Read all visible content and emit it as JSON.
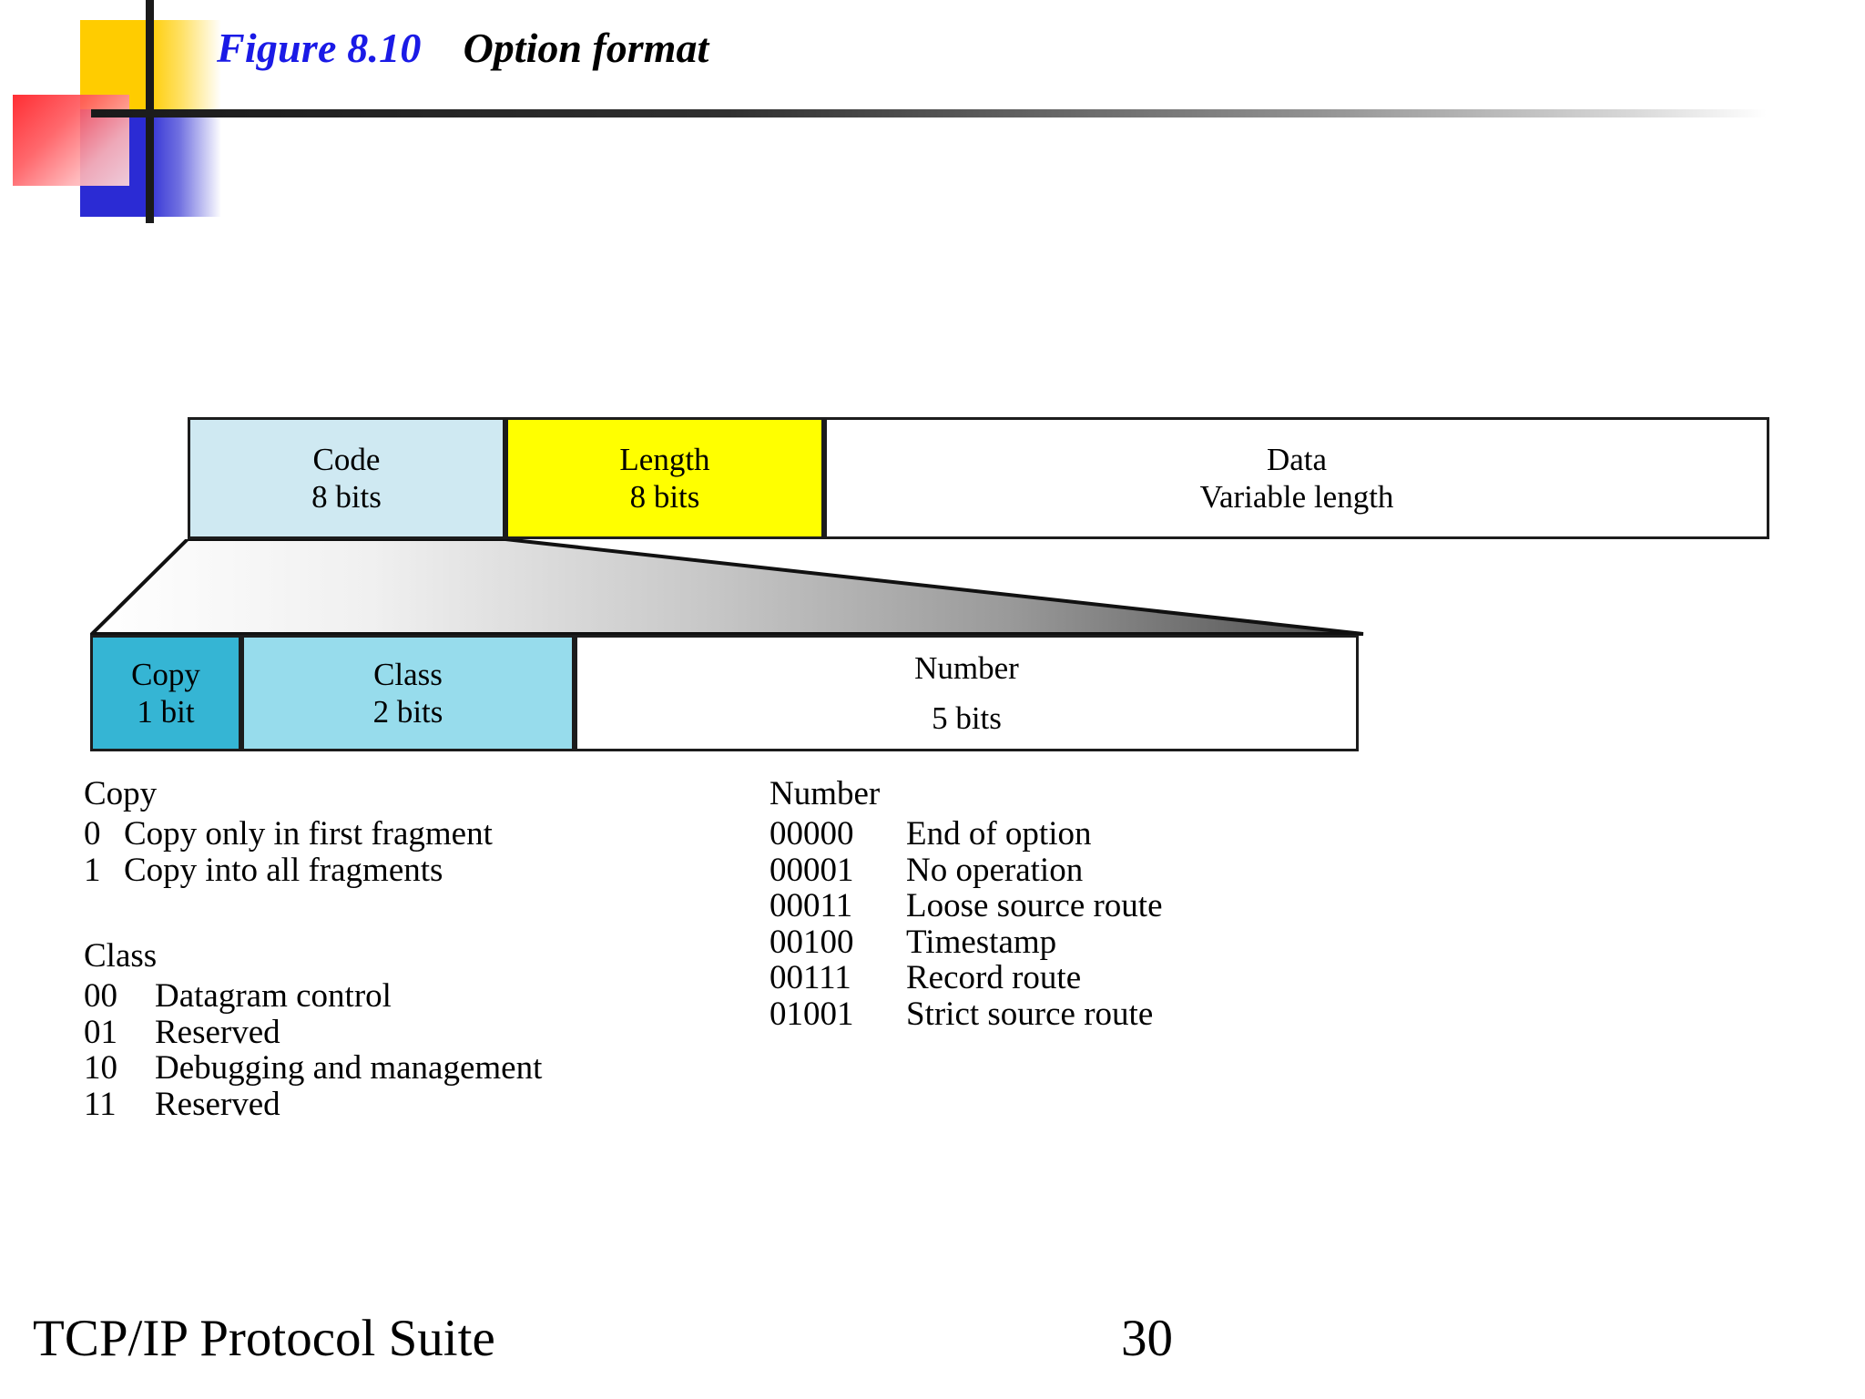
{
  "slide": {
    "title": {
      "figure_label": "Figure 8.10",
      "figure_name": "Option format",
      "figure_color": "#1a1ae6"
    },
    "footer": {
      "left": "TCP/IP Protocol Suite",
      "page_number": "30"
    }
  },
  "diagram": {
    "option_row": [
      {
        "name": "Code",
        "size": "8 bits",
        "color": "#CFE9F2"
      },
      {
        "name": "Length",
        "size": "8 bits",
        "color": "#FFFF00"
      },
      {
        "name": "Data",
        "size": "Variable length",
        "color": "#FFFFFF"
      }
    ],
    "code_row": [
      {
        "name": "Copy",
        "size": "1 bit",
        "color": "#35B5D4"
      },
      {
        "name": "Class",
        "size": "2 bits",
        "color": "#97DCEC"
      },
      {
        "name": "Number",
        "size": "5 bits",
        "color": "#FFFFFF"
      }
    ]
  },
  "legends": {
    "copy": {
      "heading": "Copy",
      "rows": [
        {
          "code": "0",
          "desc": "Copy only in first fragment"
        },
        {
          "code": "1",
          "desc": "Copy into all fragments"
        }
      ]
    },
    "class": {
      "heading": "Class",
      "rows": [
        {
          "code": "00",
          "desc": "Datagram control"
        },
        {
          "code": "01",
          "desc": "Reserved"
        },
        {
          "code": "10",
          "desc": "Debugging and management"
        },
        {
          "code": "11",
          "desc": "Reserved"
        }
      ]
    },
    "number": {
      "heading": "Number",
      "rows": [
        {
          "code": "00000",
          "desc": "End of option"
        },
        {
          "code": "00001",
          "desc": "No operation"
        },
        {
          "code": "00011",
          "desc": "Loose source route"
        },
        {
          "code": "00100",
          "desc": "Timestamp"
        },
        {
          "code": "00111",
          "desc": "Record route"
        },
        {
          "code": "01001",
          "desc": "Strict source route"
        }
      ]
    }
  }
}
